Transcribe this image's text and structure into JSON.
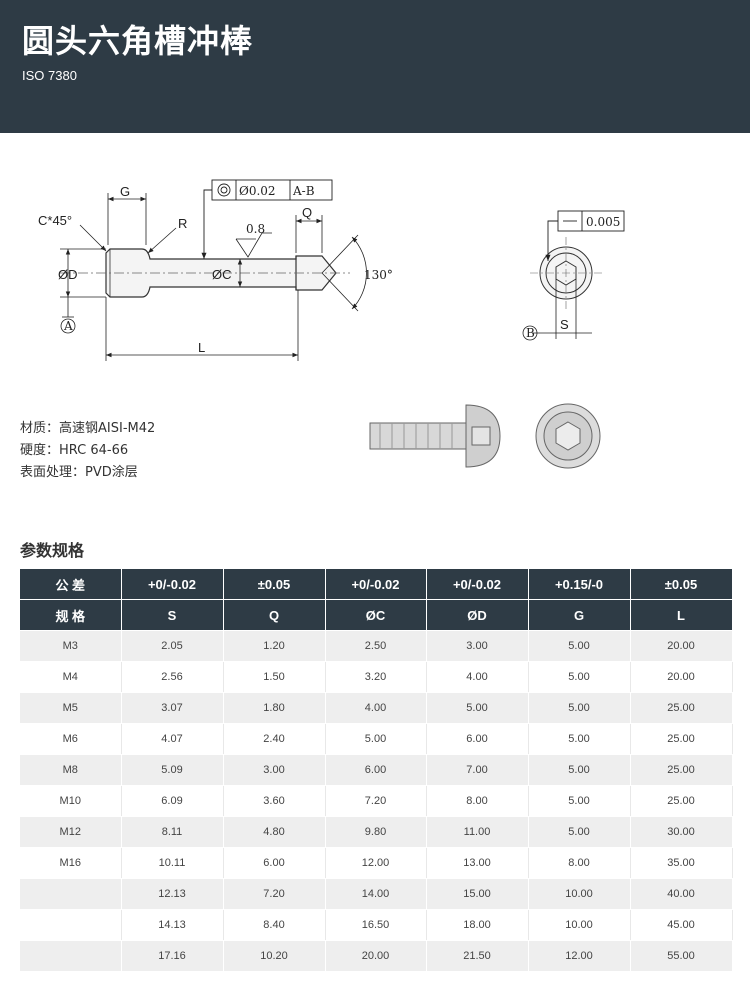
{
  "header": {
    "title": "圆头六角槽冲棒",
    "subtitle": "ISO 7380"
  },
  "drawing": {
    "dim_g": "G",
    "dim_chamfer": "C*45°",
    "dim_r": "R",
    "dim_q": "Q",
    "dim_d": "ØD",
    "dim_c": "ØC",
    "dim_l": "L",
    "dim_s": "S",
    "angle": "130°",
    "roughness": "0.8",
    "datum_a": "A",
    "datum_b": "B",
    "tol_concentric": "Ø0.02",
    "tol_ref": "A-B",
    "tol_flat": "0.005"
  },
  "material": {
    "line1": "材质：高速钢AISI-M42",
    "line2": "硬度：HRC  64-66",
    "line3": "表面处理：PVD涂层"
  },
  "section": {
    "title": "参数规格"
  },
  "table": {
    "tolerance_row": [
      "公 差",
      "+0/-0.02",
      "±0.05",
      "+0/-0.02",
      "+0/-0.02",
      "+0.15/-0",
      "±0.05"
    ],
    "header_row": [
      "规 格",
      "S",
      "Q",
      "ØC",
      "ØD",
      "G",
      "L"
    ],
    "rows": [
      [
        "M3",
        "2.05",
        "1.20",
        "2.50",
        "3.00",
        "5.00",
        "20.00"
      ],
      [
        "M4",
        "2.56",
        "1.50",
        "3.20",
        "4.00",
        "5.00",
        "20.00"
      ],
      [
        "M5",
        "3.07",
        "1.80",
        "4.00",
        "5.00",
        "5.00",
        "25.00"
      ],
      [
        "M6",
        "4.07",
        "2.40",
        "5.00",
        "6.00",
        "5.00",
        "25.00"
      ],
      [
        "M8",
        "5.09",
        "3.00",
        "6.00",
        "7.00",
        "5.00",
        "25.00"
      ],
      [
        "M10",
        "6.09",
        "3.60",
        "7.20",
        "8.00",
        "5.00",
        "25.00"
      ],
      [
        "M12",
        "8.11",
        "4.80",
        "9.80",
        "11.00",
        "5.00",
        "30.00"
      ],
      [
        "M16",
        "10.11",
        "6.00",
        "12.00",
        "13.00",
        "8.00",
        "35.00"
      ],
      [
        "",
        "12.13",
        "7.20",
        "14.00",
        "15.00",
        "10.00",
        "40.00"
      ],
      [
        "",
        "14.13",
        "8.40",
        "16.50",
        "18.00",
        "10.00",
        "45.00"
      ],
      [
        "",
        "17.16",
        "10.20",
        "20.00",
        "21.50",
        "12.00",
        "55.00"
      ]
    ]
  }
}
